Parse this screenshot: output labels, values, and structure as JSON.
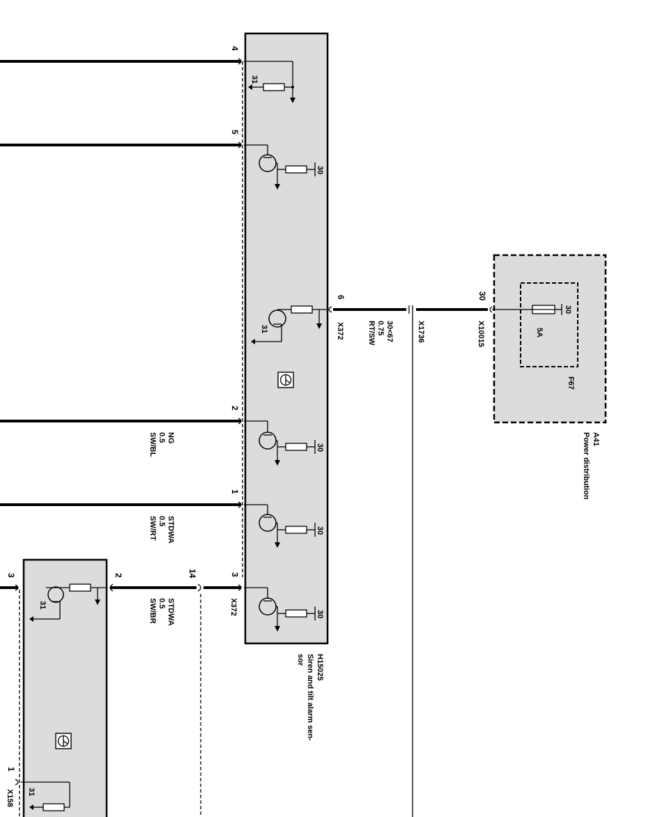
{
  "components": {
    "h15025": {
      "id": "H15025",
      "name": "Siren and tilt alarm sen-",
      "name_cont": "sor",
      "connector": "X372"
    },
    "a41": {
      "id": "A41",
      "name": "Power distribution",
      "connector": "X10015",
      "fuse_id": "F67",
      "fuse_rating": "5A",
      "fuse_terminal": "30",
      "input_pin": "30"
    },
    "lower_module": {
      "connector_partial": "X158"
    },
    "splice": {
      "id": "X1736"
    }
  },
  "internal": {
    "ground": "31",
    "supply": "30"
  },
  "pins": {
    "p4": "4",
    "p5": "5",
    "p6": "6",
    "p2": "2",
    "p1": "1",
    "p3": "3",
    "p14": "14",
    "lower_p3": "3",
    "lower_p2": "2",
    "lower_p1": "1"
  },
  "wires": {
    "w6": {
      "signal": "30<67",
      "size": "0.75",
      "color": "RT/SW"
    },
    "w2": {
      "signal": "NG",
      "size": "0.5",
      "color": "SW/BL"
    },
    "w1": {
      "signal": "STDWA",
      "size": "0.5",
      "color": "SW/RT"
    },
    "w3": {
      "signal": "STDWA",
      "size": "0.5",
      "color": "SW/BR"
    }
  },
  "colors": {
    "module_fill": "#dcdcdc",
    "line": "#000000",
    "background": "#ffffff"
  }
}
